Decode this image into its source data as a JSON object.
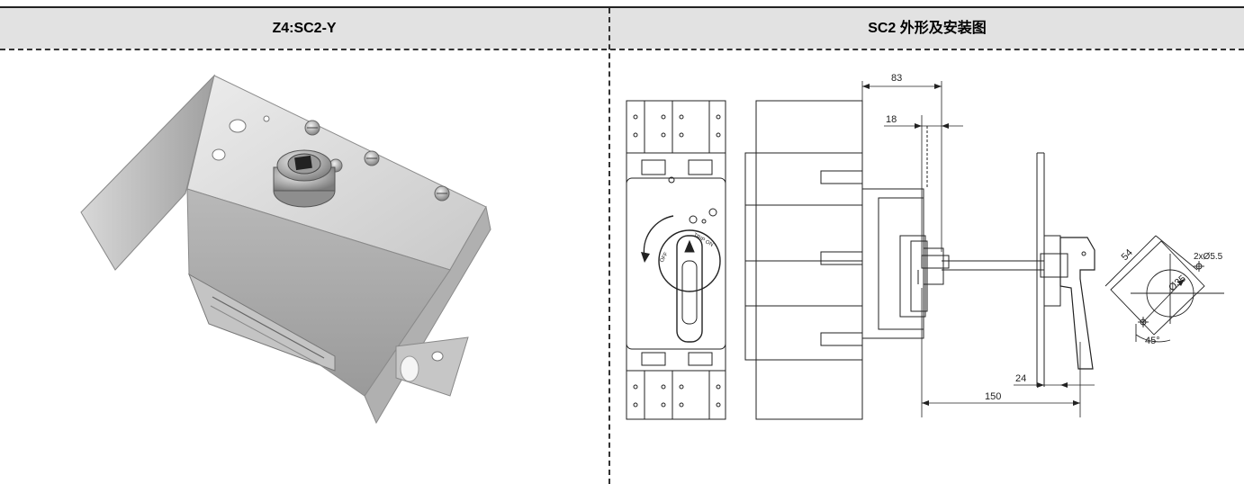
{
  "columns": [
    {
      "title": "Z4:SC2-Y"
    },
    {
      "title": "SC2 外形及安装图"
    }
  ],
  "drawing": {
    "dimensions": {
      "d83": "83",
      "d18": "18",
      "d24": "24",
      "d150": "150",
      "d54": "54",
      "hole": "2xØ5.5",
      "dia": "Ø35",
      "angle": "45°"
    },
    "handle_marks": {
      "trip_on": "TRIP ON",
      "off": "OFF"
    }
  },
  "colors": {
    "header_band": "#e2e2e2",
    "metal_light": "#d9d9d9",
    "metal_dark": "#8a8a8a"
  },
  "icons": [
    "rotate-arrow-icon",
    "padlock-icon"
  ]
}
